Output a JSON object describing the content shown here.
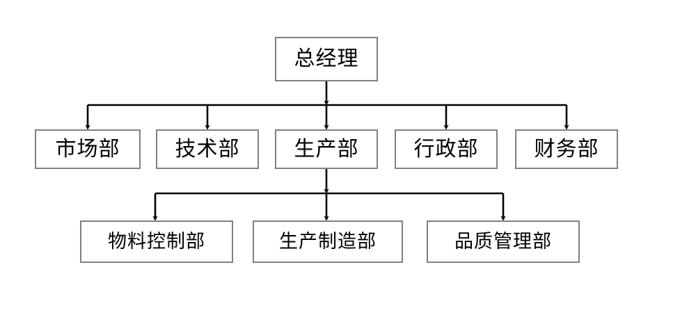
{
  "diagram": {
    "type": "organizational-chart",
    "title": "",
    "background_color": "#ffffff",
    "box_border_color": "#808080",
    "box_fill_color": "#ffffff",
    "connector_color": "#000000",
    "text_color": "#000000",
    "levels": [
      {
        "level": 1,
        "nodes": [
          {
            "id": "general-manager",
            "label": "总经理"
          }
        ]
      },
      {
        "level": 2,
        "nodes": [
          {
            "id": "marketing-dept",
            "label": "市场部"
          },
          {
            "id": "technology-dept",
            "label": "技术部"
          },
          {
            "id": "production-dept",
            "label": "生产部"
          },
          {
            "id": "administration-dept",
            "label": "行政部"
          },
          {
            "id": "finance-dept",
            "label": "财务部"
          }
        ]
      },
      {
        "level": 3,
        "nodes": [
          {
            "id": "material-control-dept",
            "label": "物料控制部"
          },
          {
            "id": "manufacturing-dept",
            "label": "生产制造部"
          },
          {
            "id": "quality-management-dept",
            "label": "品质管理部"
          }
        ]
      }
    ],
    "edges": [
      {
        "from": "general-manager",
        "to": "marketing-dept"
      },
      {
        "from": "general-manager",
        "to": "technology-dept"
      },
      {
        "from": "general-manager",
        "to": "production-dept"
      },
      {
        "from": "general-manager",
        "to": "administration-dept"
      },
      {
        "from": "general-manager",
        "to": "finance-dept"
      },
      {
        "from": "production-dept",
        "to": "material-control-dept"
      },
      {
        "from": "production-dept",
        "to": "manufacturing-dept"
      },
      {
        "from": "production-dept",
        "to": "quality-management-dept"
      }
    ]
  },
  "nodes": {
    "general_manager": "总经理",
    "marketing": "市场部",
    "technology": "技术部",
    "production": "生产部",
    "administration": "行政部",
    "finance": "财务部",
    "material_control": "物料控制部",
    "manufacturing": "生产制造部",
    "quality_management": "品质管理部"
  }
}
